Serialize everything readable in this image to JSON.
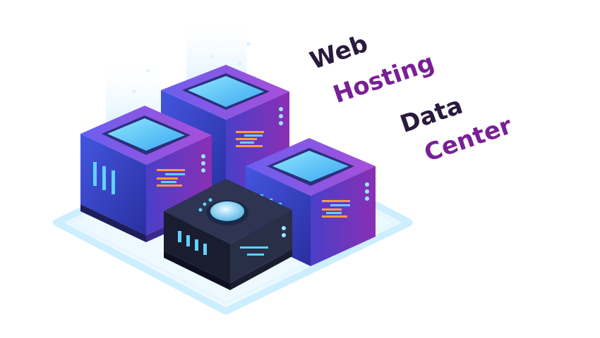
{
  "labels": {
    "web": "Web",
    "hosting": "Hosting",
    "data": "Data",
    "center": "Center"
  },
  "colors": {
    "dark_text": "#2a1a3e",
    "purple_text": "#7a1f95",
    "server_blue": "#3d4fd0",
    "server_purple": "#7a2aa8",
    "screen_cyan": "#5fd2ff",
    "hub_dark": "#2a2f48",
    "glow": "#c9f0ff"
  },
  "icons": [
    "server-rack",
    "central-hub",
    "data-beam"
  ]
}
